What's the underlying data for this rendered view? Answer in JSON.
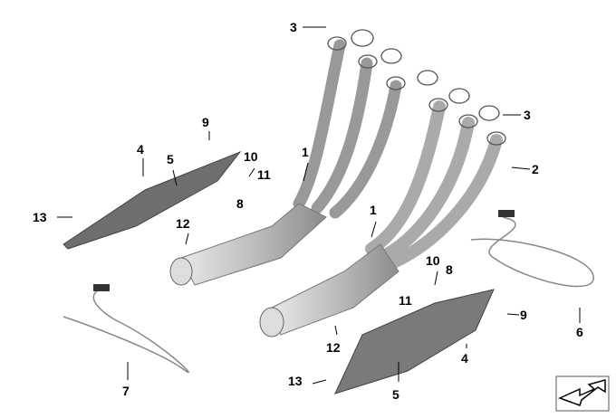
{
  "callouts": [
    {
      "id": "c3a",
      "text": "3"
    },
    {
      "id": "c3b",
      "text": "3"
    },
    {
      "id": "c2",
      "text": "2"
    },
    {
      "id": "c9a",
      "text": "9"
    },
    {
      "id": "c4a",
      "text": "4"
    },
    {
      "id": "c5a",
      "text": "5"
    },
    {
      "id": "c10a",
      "text": "10"
    },
    {
      "id": "c11a",
      "text": "11"
    },
    {
      "id": "c8a",
      "text": "8"
    },
    {
      "id": "c1a",
      "text": "1"
    },
    {
      "id": "c1b",
      "text": "1"
    },
    {
      "id": "c13a",
      "text": "13"
    },
    {
      "id": "c12a",
      "text": "12"
    },
    {
      "id": "c10b",
      "text": "10"
    },
    {
      "id": "c8b",
      "text": "8"
    },
    {
      "id": "c11b",
      "text": "11"
    },
    {
      "id": "c9b",
      "text": "9"
    },
    {
      "id": "c6",
      "text": "6"
    },
    {
      "id": "c12b",
      "text": "12"
    },
    {
      "id": "c4b",
      "text": "4"
    },
    {
      "id": "c7",
      "text": "7"
    },
    {
      "id": "c13b",
      "text": "13"
    },
    {
      "id": "c5b",
      "text": "5"
    }
  ],
  "colors": {
    "pipe": "#c9c9c9",
    "shield": "#6e6e6e",
    "line": "#000000"
  }
}
